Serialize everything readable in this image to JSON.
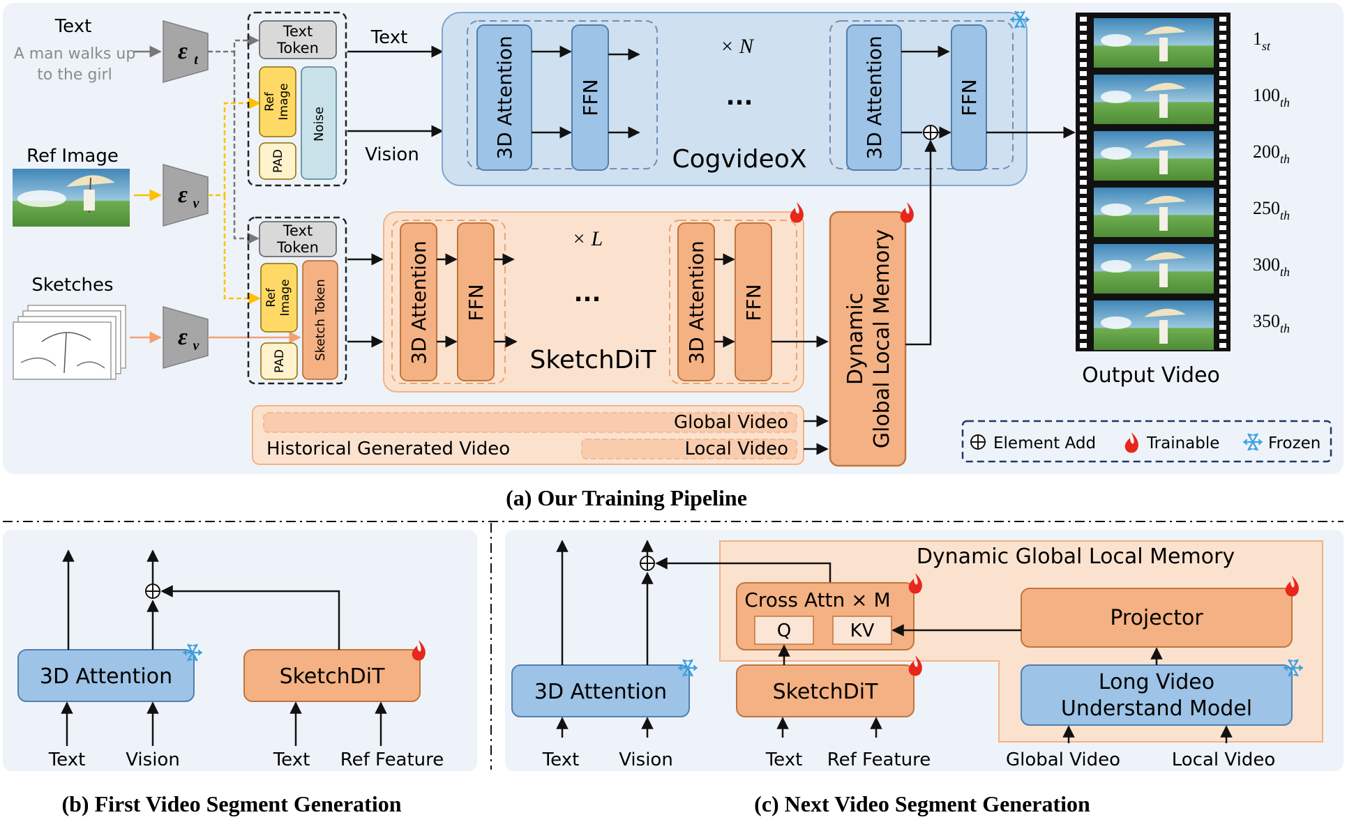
{
  "pipeline": {
    "inputs": {
      "text_label": "Text",
      "text_prompt_line1": "A man walks up",
      "text_prompt_line2": "to the girl",
      "ref_image_label": "Ref Image",
      "sketches_label": "Sketches"
    },
    "encoders": {
      "text": "ε",
      "text_sub": "t",
      "vision": "ε",
      "vision_sub": "v"
    },
    "token_labels": {
      "text_token_line1": "Text",
      "text_token_line2": "Token",
      "ref_image_line1": "Ref",
      "ref_image_line2": "Image",
      "pad": "PAD",
      "noise": "Noise",
      "sketch_token": "Sketch Token"
    },
    "streams": {
      "text": "Text",
      "vision": "Vision"
    },
    "cogvideox": {
      "name": "CogvideoX",
      "repeat": "× N",
      "attention": "3D Attention",
      "ffn": "FFN",
      "ellipsis": "..."
    },
    "sketchdit": {
      "name": "SketchDiT",
      "repeat": "× L",
      "attention": "3D Attention",
      "ffn": "FFN",
      "ellipsis": "..."
    },
    "memory": {
      "line1": "Dynamic",
      "line2": "Global Local Memory"
    },
    "history": {
      "label": "Historical Generated Video",
      "global": "Global Video",
      "local": "Local Video"
    },
    "output": {
      "label": "Output Video",
      "frames": [
        {
          "num": "1",
          "suffix": "st"
        },
        {
          "num": "100",
          "suffix": "th"
        },
        {
          "num": "200",
          "suffix": "th"
        },
        {
          "num": "250",
          "suffix": "th"
        },
        {
          "num": "300",
          "suffix": "th"
        },
        {
          "num": "350",
          "suffix": "th"
        }
      ]
    },
    "legend": {
      "add": "Element Add",
      "trainable": "Trainable",
      "frozen": "Frozen"
    },
    "caption": "(a) Our Training Pipeline"
  },
  "first_segment": {
    "attention": "3D Attention",
    "sketchdit": "SketchDiT",
    "inputs": [
      "Text",
      "Vision",
      "Text",
      "Ref Feature"
    ],
    "caption": "(b) First Video Segment Generation"
  },
  "next_segment": {
    "attention": "3D Attention",
    "sketchdit": "SketchDiT",
    "memory_title": "Dynamic Global Local Memory",
    "cross_attn": "Cross Attn × M",
    "q": "Q",
    "kv": "KV",
    "projector": "Projector",
    "long_video_line1": "Long Video",
    "long_video_line2": "Understand Model",
    "inputs": [
      "Text",
      "Vision",
      "Text",
      "Ref Feature",
      "Global Video",
      "Local Video"
    ],
    "caption": "(c) Next Video Segment Generation"
  },
  "colors": {
    "frozen_blue": "#9dc3e6",
    "frozen_panel": "#dae8f5",
    "trainable_orange": "#f4b183",
    "trainable_panel": "#fbe5d6",
    "token_gray": "#d9d9d9",
    "ref_yellow": "#ffd966",
    "noise_teal": "#c9e2ea",
    "background": "#eef3fa"
  }
}
